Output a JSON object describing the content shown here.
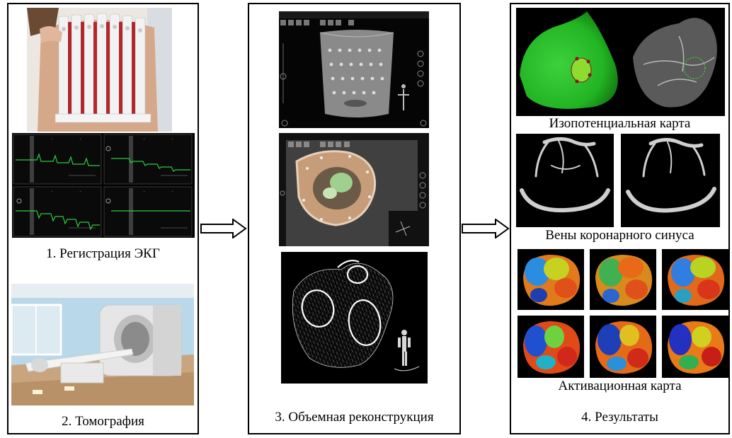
{
  "steps": [
    {
      "caption": "1. Регистрация ЭКГ"
    },
    {
      "caption": "2. Томография"
    },
    {
      "caption": "3. Объемная реконструкция"
    },
    {
      "caption": "4. Результаты"
    }
  ],
  "results": {
    "isopotential_caption": "Изопотенциальная карта",
    "veins_caption": "Вены коронарного синуса",
    "activation_caption": "Активационная карта"
  },
  "colors": {
    "ecg_trace": "#2ecc40",
    "isopotential_green": "#22b422",
    "background": "#ffffff",
    "border": "#000000"
  }
}
